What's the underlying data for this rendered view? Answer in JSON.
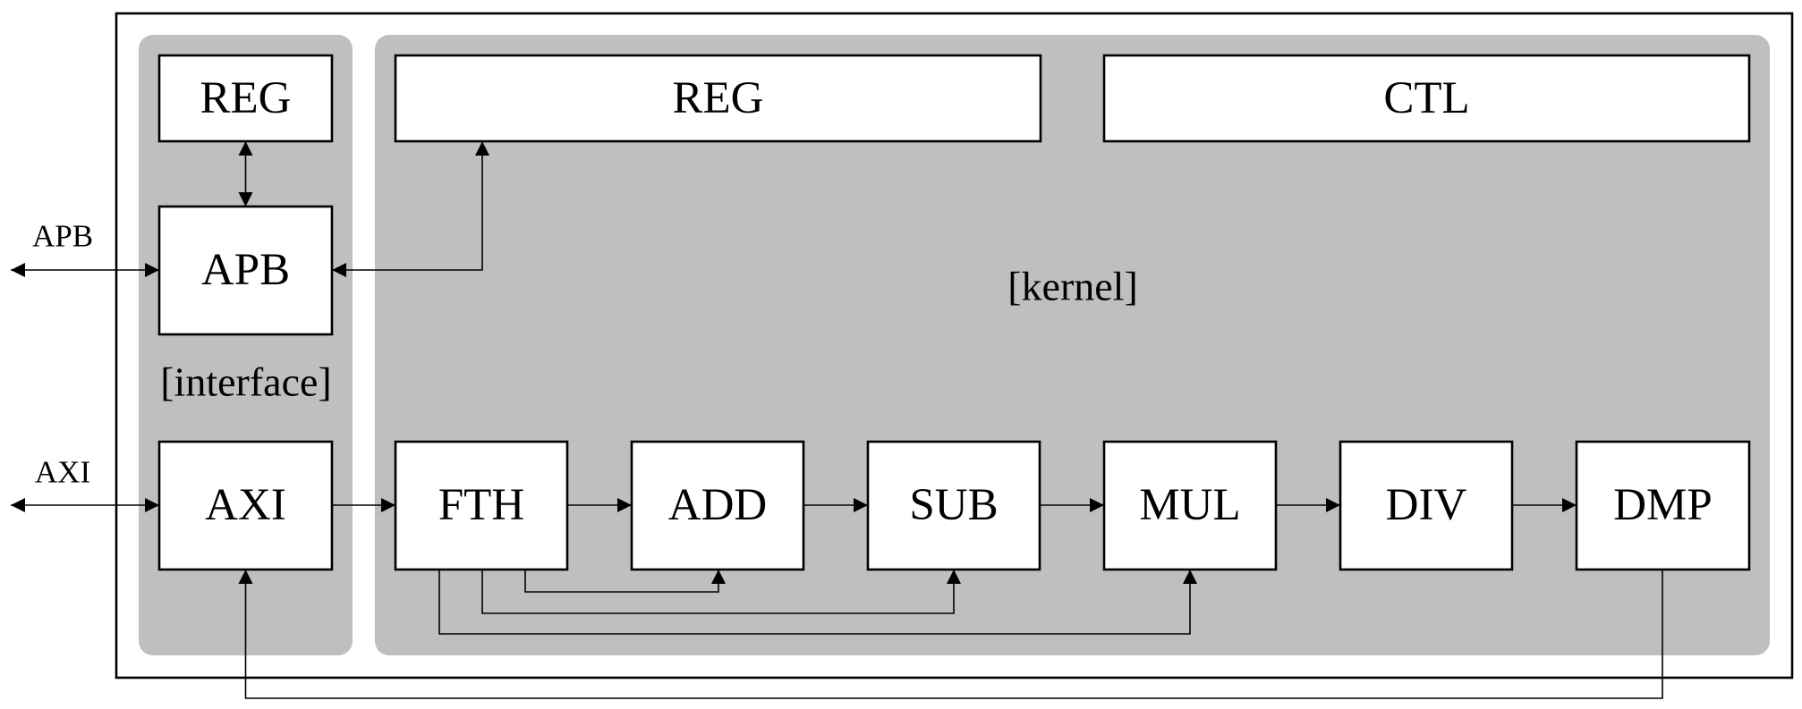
{
  "regions": {
    "interface": "[interface]",
    "kernel": "[kernel]"
  },
  "blocks": {
    "if_reg": "REG",
    "if_apb": "APB",
    "if_axi": "AXI",
    "k_reg": "REG",
    "k_ctl": "CTL",
    "fth": "FTH",
    "add": "ADD",
    "sub": "SUB",
    "mul": "MUL",
    "div": "DIV",
    "dmp": "DMP"
  },
  "ports": {
    "apb": "APB",
    "axi": "AXI"
  },
  "colors": {
    "region_fill": "#bfbfbf",
    "block_fill": "#ffffff",
    "stroke": "#000000"
  }
}
